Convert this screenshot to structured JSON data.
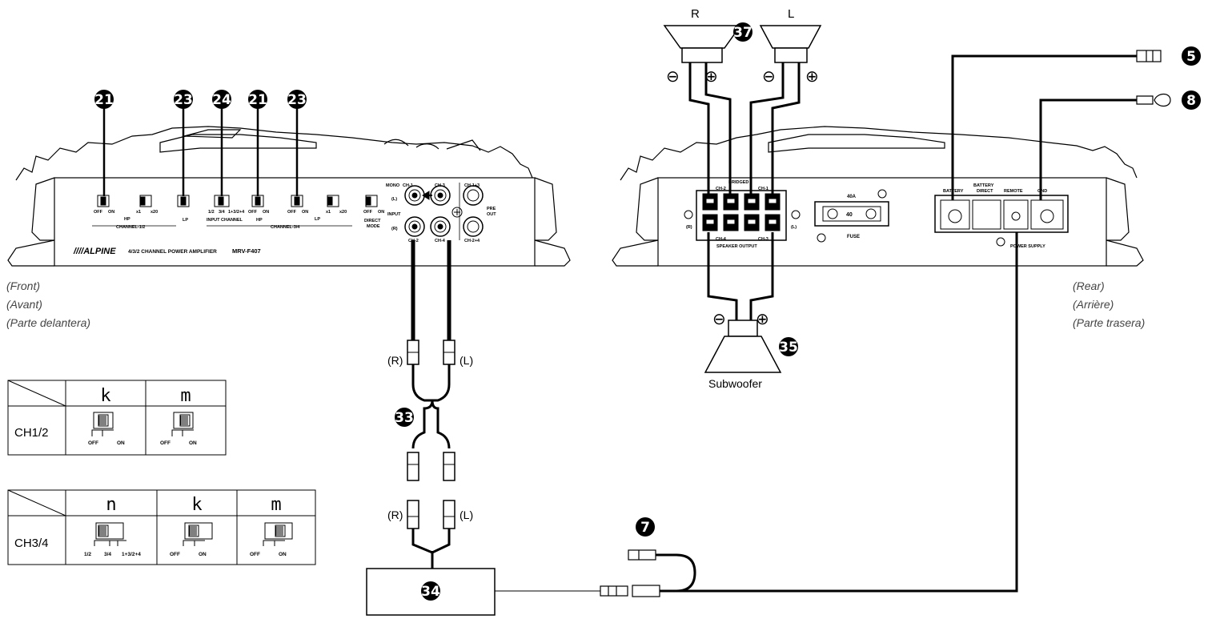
{
  "front_unit": {
    "captions": [
      "(Front)",
      "(Avant)",
      "(Parte delantera)"
    ],
    "brand": "////ALPINE",
    "model_desc": "4/3/2 CHANNEL POWER AMPLIFIER",
    "model": "MRV-F407",
    "switch_off": "OFF",
    "switch_on": "ON",
    "x1": "x1",
    "x20": "x20",
    "hp": "HP",
    "lp": "LP",
    "ch12_label": "CHANNEL-1/2",
    "ch34_label": "CHANNEL-3/4",
    "input_channel_label": "INPUT CHANNEL",
    "input_opts": [
      "1/2",
      "3/4",
      "1+3/2+4"
    ],
    "direct_mode": [
      "DIRECT",
      "MODE"
    ],
    "mono": "MONO",
    "ch1": "CH-1",
    "ch2": "CH-2",
    "ch3": "CH-3",
    "ch4": "CH-4",
    "ch13": "CH-1+3",
    "ch24": "CH-2+4",
    "input": "INPUT",
    "left_ch": "(L)",
    "right_ch": "(R)",
    "pre_out": [
      "PRE",
      "OUT"
    ],
    "callouts": [
      "21",
      "23",
      "24",
      "21",
      "23"
    ]
  },
  "rear_unit": {
    "captions": [
      "(Rear)",
      "(Arrière)",
      "(Parte trasera)"
    ],
    "bridged": "BRIDGED",
    "speaker_output": "SPEAKER OUTPUT",
    "fuse_rating": "40A",
    "fuse_value": "40",
    "fuse": "FUSE",
    "battery": "BATTERY",
    "battery_direct": [
      "BATTERY",
      "DIRECT"
    ],
    "remote": "REMOTE",
    "gnd": "GND",
    "power_supply": "POWER SUPPLY",
    "ch1": "CH-1",
    "ch2": "CH-2",
    "ch3": "CH-3",
    "ch4": "CH-4",
    "left_ch": "(L)",
    "right_ch": "(R)"
  },
  "speakers": {
    "right": "R",
    "left": "L",
    "minus": "⊖",
    "plus": "⊕",
    "speaker_callout": "37",
    "subwoofer": "Subwoofer",
    "subwoofer_callout": "35"
  },
  "cables": {
    "right": "(R)",
    "left": "(L)",
    "rca_callout": "33",
    "head_unit_callout": "34"
  },
  "power_callouts": {
    "battery_wire": "5",
    "ground_wire": "8",
    "remote_wire": "7"
  },
  "tables": [
    {
      "row_label": "CH1/2",
      "columns": [
        "k",
        "m"
      ],
      "switch_positions": [
        {
          "left": "OFF",
          "right": "ON"
        },
        {
          "left": "OFF",
          "right": "ON"
        }
      ]
    },
    {
      "row_label": "CH3/4",
      "columns": [
        "n",
        "k",
        "m"
      ],
      "switch_positions": [
        {
          "options": [
            "1/2",
            "3/4",
            "1+3/2+4"
          ]
        },
        {
          "left": "OFF",
          "right": "ON"
        },
        {
          "left": "OFF",
          "right": "ON"
        }
      ]
    }
  ]
}
